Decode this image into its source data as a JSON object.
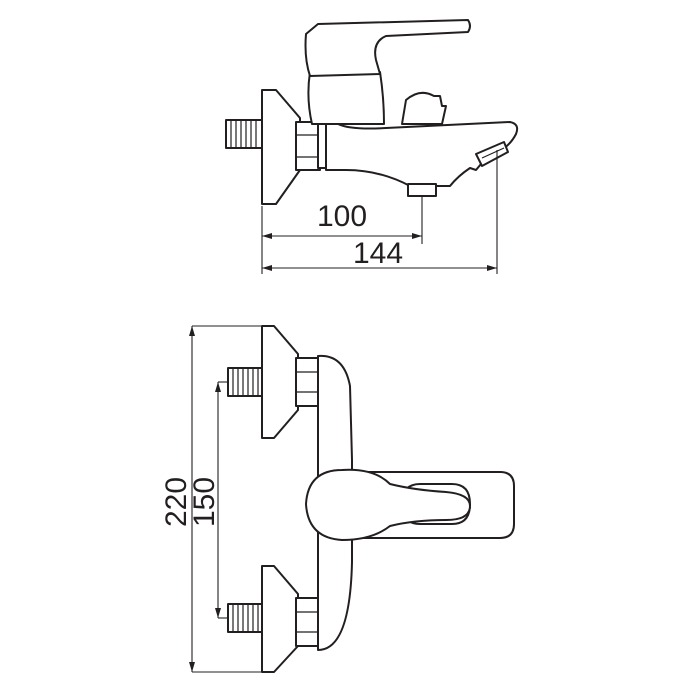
{
  "side_view": {
    "dimensions": [
      {
        "label": "100"
      },
      {
        "label": "144"
      }
    ]
  },
  "top_view": {
    "dimensions": [
      {
        "label": "220"
      },
      {
        "label": "150"
      }
    ]
  }
}
